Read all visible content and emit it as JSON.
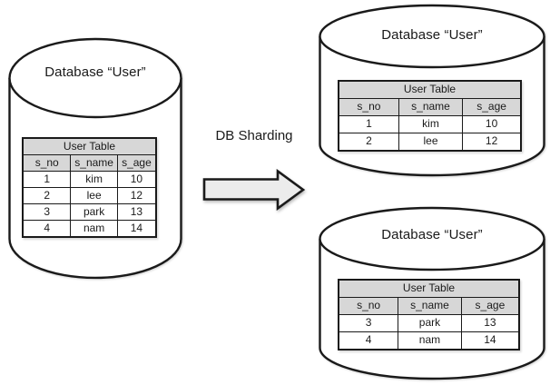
{
  "diagram": {
    "arrow_label": "DB Sharding",
    "colors": {
      "line": "#1a1a1a",
      "table_header_bg": "#d7d7d7",
      "arrow_fill": "#ececec"
    }
  },
  "source_db": {
    "title": "Database “User”",
    "table": {
      "title": "User Table",
      "columns": [
        "s_no",
        "s_name",
        "s_age"
      ],
      "rows": [
        [
          "1",
          "kim",
          "10"
        ],
        [
          "2",
          "lee",
          "12"
        ],
        [
          "3",
          "park",
          "13"
        ],
        [
          "4",
          "nam",
          "14"
        ]
      ]
    }
  },
  "shard1_db": {
    "title": "Database “User”",
    "table": {
      "title": "User Table",
      "columns": [
        "s_no",
        "s_name",
        "s_age"
      ],
      "rows": [
        [
          "1",
          "kim",
          "10"
        ],
        [
          "2",
          "lee",
          "12"
        ]
      ]
    }
  },
  "shard2_db": {
    "title": "Database “User”",
    "table": {
      "title": "User Table",
      "columns": [
        "s_no",
        "s_name",
        "s_age"
      ],
      "rows": [
        [
          "3",
          "park",
          "13"
        ],
        [
          "4",
          "nam",
          "14"
        ]
      ]
    }
  }
}
